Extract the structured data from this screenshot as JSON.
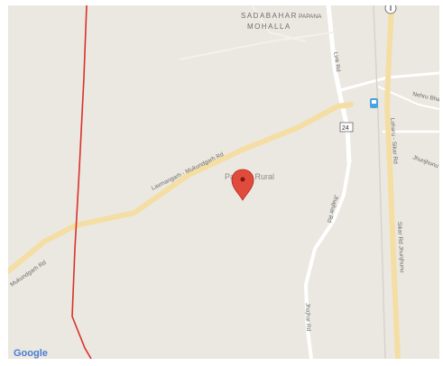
{
  "map": {
    "places": {
      "sadabahar": "SADABAHAR",
      "mohalla": "MOHALLA",
      "papana": "PAPANA"
    },
    "poi": {
      "papana_rural": "Papana Rural"
    },
    "roads": {
      "laxmangarh_mukundgarh": "Laxmangarh - Mukundgarh Rd",
      "mukundgarh_left": "Mukundgarh Rd",
      "link_rd_top": "Link Rd",
      "jhajhar_link": "Jhajhar Rd",
      "jhajhar_lower": "Jhajhar Rd",
      "loharu_sikar": "Loharu - Sikar Rd",
      "sikar_right": "Sikar Rd Jhunjhunu",
      "right_small_1": "Nehru Bhawan",
      "right_small_2": "Jhunjhunu Rd",
      "highway_shield": "24"
    },
    "attribution": "Google"
  },
  "colors": {
    "land": "#ebe8e1",
    "highway": "#f5dea3",
    "minor_road": "#ffffff",
    "boundary": "#d9312b",
    "pin": "#e14b3c"
  },
  "icons": [
    "map-pin-icon",
    "highway-shield-icon",
    "fuel-station-icon",
    "route-marker-icon"
  ]
}
